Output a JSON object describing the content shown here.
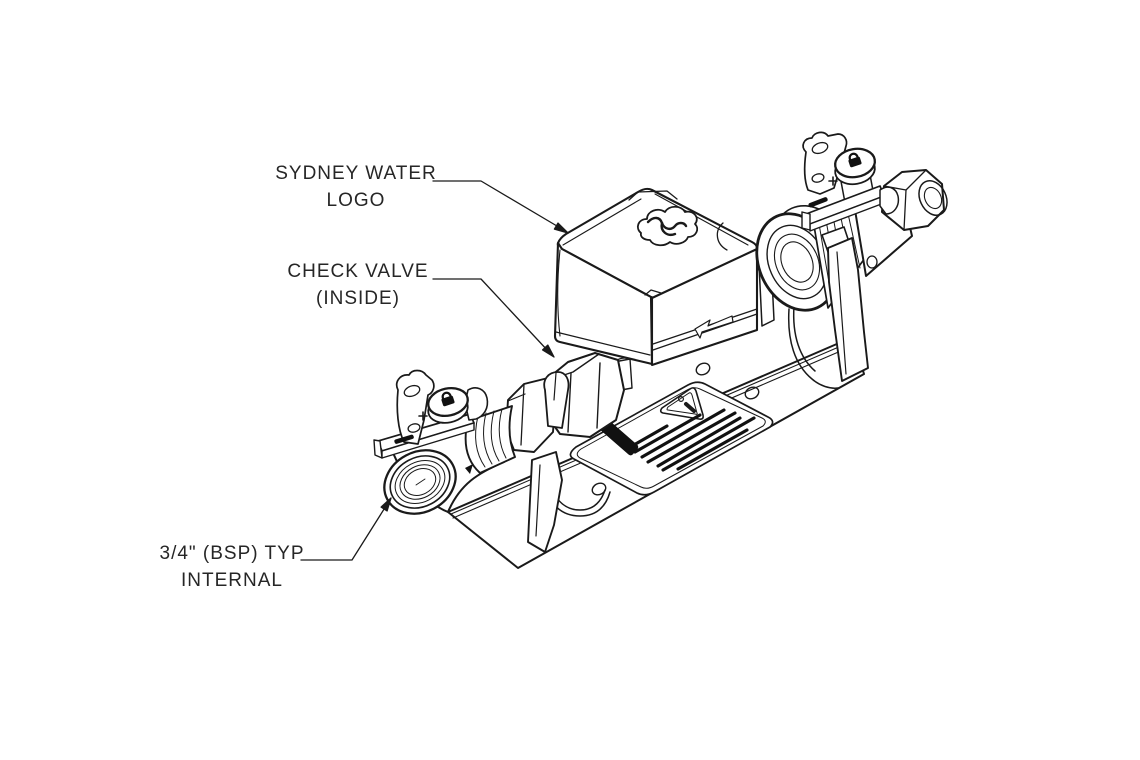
{
  "page": {
    "background": "#ffffff",
    "line_color": "#1a1a1a",
    "text_color": "#262626"
  },
  "drawing": {
    "type": "isometric-technical-line-drawing",
    "subject": "Water meter assembly with lockable ball valves on a mounting bracket",
    "callouts": [
      {
        "id": "sydney-water-logo",
        "line1": "SYDNEY WATER",
        "line2": "LOGO"
      },
      {
        "id": "check-valve",
        "line1": "CHECK VALVE",
        "line2": "(INSIDE)"
      },
      {
        "id": "bsp-thread",
        "line1": "3/4\" (BSP) TYP",
        "line2": "INTERNAL"
      }
    ],
    "icons": [
      "sydney-water-logo-mark",
      "flow-direction-arrow-icon",
      "warning-triangle-icon",
      "padlock-icon",
      "plus-mark"
    ]
  }
}
